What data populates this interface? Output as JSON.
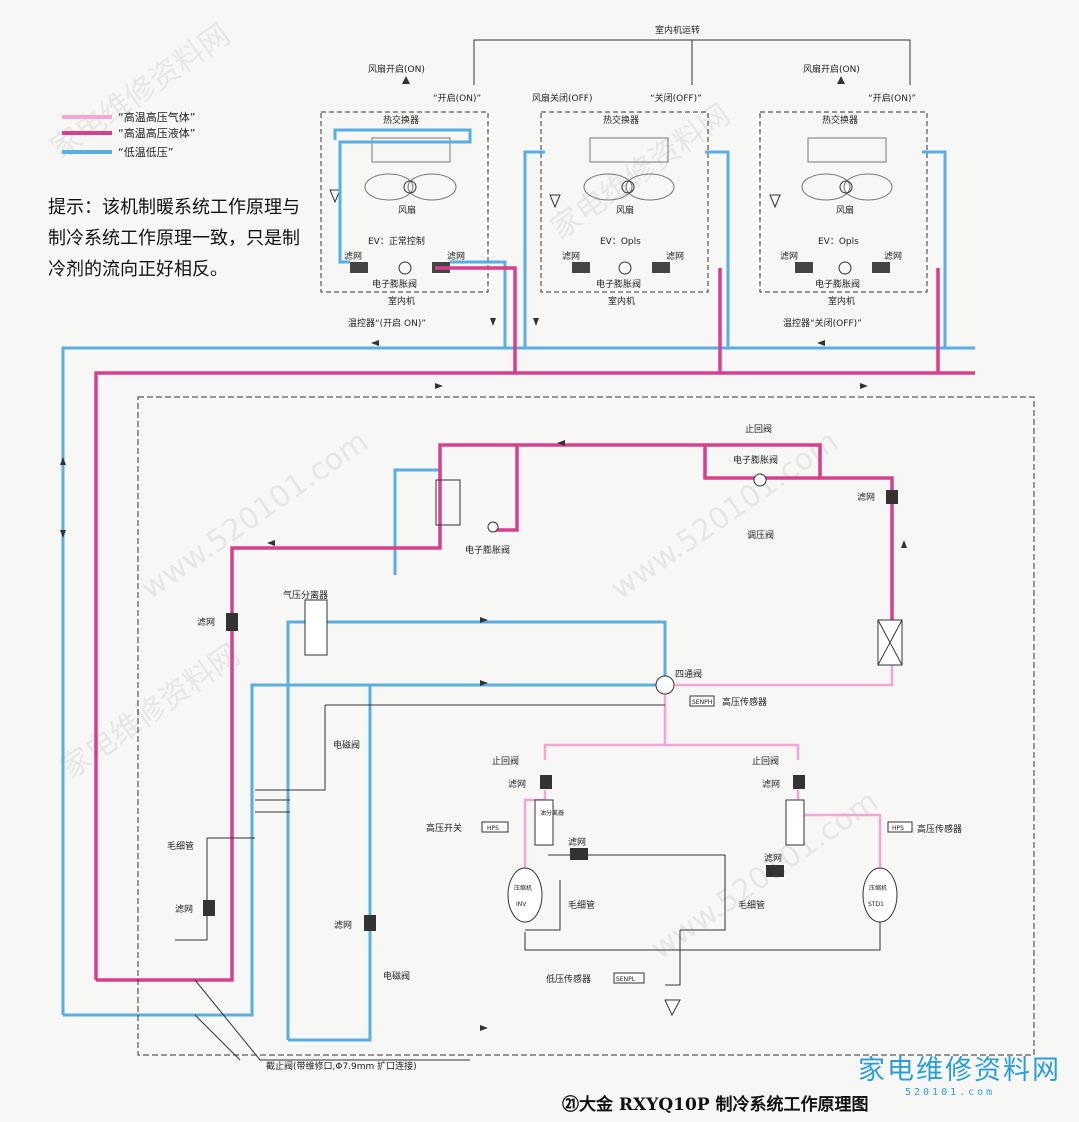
{
  "legend": [
    {
      "text": "“高温高压气体”",
      "color": "#f2a6d6"
    },
    {
      "text": "“高温高压液体”",
      "color": "#d83f8c"
    },
    {
      "text": "“低温低压”",
      "color": "#5aaee2"
    }
  ],
  "note": "提示：该机制暖系统工作原理与制冷系统工作原理一致，只是制冷剂的流向正好相反。",
  "top_label": "室内机运转",
  "units": [
    {
      "fan_state": "风扇开启(ON)",
      "state": "“开启(ON)”",
      "heat_exchanger": "热交换器",
      "fan": "风扇",
      "ev": "EV：正常控制",
      "filter_left": "滤网",
      "filter_right": "滤网",
      "valve": "电子膨胀阀",
      "name": "室内机",
      "thermostat": "温控器“(开启 ON)”"
    },
    {
      "fan_state": "风扇关闭(OFF)",
      "state": "“关闭(OFF)”",
      "heat_exchanger": "热交换器",
      "fan": "风扇",
      "ev": "EV：Opls",
      "filter_left": "滤网",
      "filter_right": "滤网",
      "valve": "电子膨胀阀",
      "name": "室内机",
      "thermostat": ""
    },
    {
      "fan_state": "风扇开启(ON)",
      "state": "“开启(ON)”",
      "heat_exchanger": "热交换器",
      "fan": "风扇",
      "ev": "EV：Opls",
      "filter_left": "滤网",
      "filter_right": "滤网",
      "valve": "电子膨胀阀",
      "name": "室内机",
      "thermostat": "温控器“关闭(OFF)”"
    }
  ],
  "outdoor": {
    "check_valve_top": "止回阀",
    "exp_valve_top": "电子膨胀阀",
    "filter_right": "滤网",
    "pressure_reg": "调压阀",
    "exp_valve_mid": "电子膨胀阀",
    "separator": "气压分离器",
    "filter_left": "滤网",
    "four_way": "四通阀",
    "sensor_tag_hp": "SENPH",
    "high_sensor": "高压传感器",
    "solenoid_1": "电磁阀",
    "check_l": "止回阀",
    "filter_l": "滤网",
    "check_r": "止回阀",
    "filter_r": "滤网",
    "hp_switch": "高压开关",
    "hps_tag": "HPS",
    "oil_sep": "油分离器",
    "filter_mid_l": "滤网",
    "filter_mid_r": "滤网",
    "high_sensor_r": "高压传感器",
    "comp": "压缩机",
    "comp1_tag": "INV",
    "comp2_tag": "STD1",
    "capillary_l": "毛细管",
    "capillary_m": "毛细管",
    "capillary_r": "毛细管",
    "filter_bl": "滤网",
    "filter_bc": "滤网",
    "solenoid_2": "电磁阀",
    "low_sensor": "低压传感器",
    "sensor_tag_lp": "SENPL",
    "stop_valve": "截止阀(带维修口,Φ7.9mm 扩口连接)"
  },
  "caption": "㉑大金 RXYQ10P 制冷系统工作原理图",
  "brand": "家电维修资料网",
  "brand_url": "520101.com",
  "watermarks": [
    "家电维修资料网",
    "www.520101.com"
  ]
}
